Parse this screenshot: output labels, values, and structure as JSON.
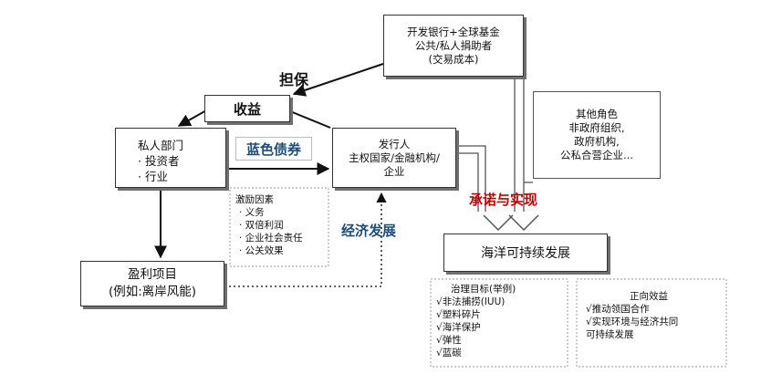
{
  "diagram": {
    "dev_bank": {
      "line1": "开发银行+全球基金",
      "line2": "公共/私人捐助者",
      "line3": "(交易成本)"
    },
    "guarantee_label": "担保",
    "revenue": "收益",
    "private_sector": {
      "title": "私人部门",
      "item1": "· 投资者",
      "item2": "·  行业"
    },
    "blue_bond": "蓝色债券",
    "issuer": {
      "line1": "发行人",
      "line2": "主权国家/金融机构/",
      "line3": "企业"
    },
    "other_roles": {
      "line1": "其他角色",
      "line2": "非政府组织,",
      "line3": "政府机构,",
      "line4": "公私合营企业..."
    },
    "commitment": "承诺与实现",
    "incentives": {
      "title": "激励因素",
      "items": [
        "· 义务",
        "· 双倍利润",
        "· 企业社会责任",
        "· 公关效果"
      ]
    },
    "economic_dev": "经济发展",
    "profit_project": {
      "line1": "盈利项目",
      "line2": "(例如:离岸风能)"
    },
    "ocean": "海洋可持续发展",
    "governance": {
      "title": "治理目标(举例)",
      "items": [
        "√非法捕捞(IUU)",
        "√塑料碎片",
        "√海洋保护",
        "√弹性",
        "√蓝碳"
      ]
    },
    "positive": {
      "title": "正向效益",
      "items": [
        "√推动领国合作",
        "√实现环境与经济共同",
        "可持续发展"
      ]
    },
    "colors": {
      "blue_label": "#1f4e79",
      "red_label": "#c00000",
      "border": "#333333",
      "shadow": "#6f6f6f"
    }
  }
}
